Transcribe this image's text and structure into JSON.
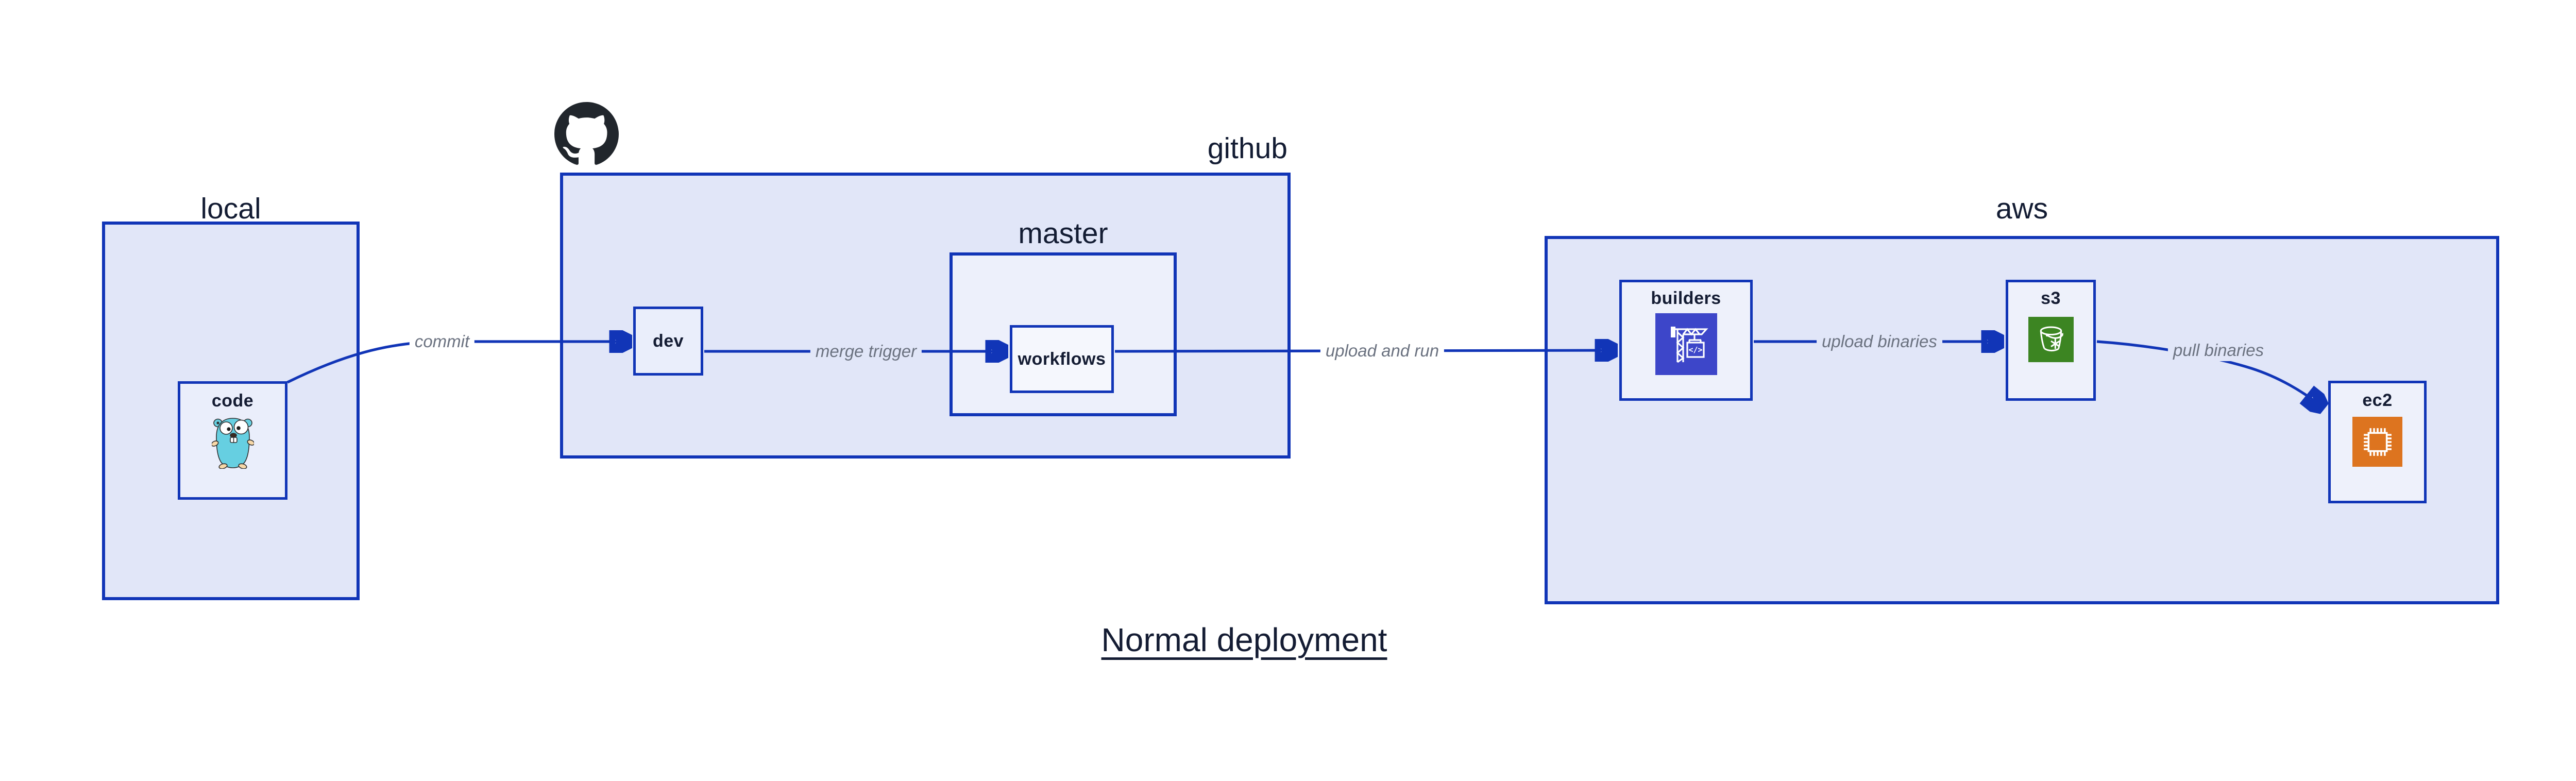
{
  "title": "Normal deployment",
  "groups": {
    "local": {
      "label": "local"
    },
    "github": {
      "label": "github"
    },
    "master": {
      "label": "master"
    },
    "aws": {
      "label": "aws"
    }
  },
  "nodes": {
    "code": {
      "label": "code",
      "icon": "go-gopher-icon"
    },
    "dev": {
      "label": "dev"
    },
    "workflows": {
      "label": "workflows"
    },
    "builders": {
      "label": "builders",
      "icon": "codebuild-crane-icon",
      "icon_glyph": "</>",
      "icon_bg": "#3d46c9"
    },
    "s3": {
      "label": "s3",
      "icon": "s3-glacier-bucket-icon",
      "icon_bg": "#3c8522"
    },
    "ec2": {
      "label": "ec2",
      "icon": "ec2-chip-icon",
      "icon_bg": "#dd741f"
    }
  },
  "edges": [
    {
      "from": "code",
      "to": "dev",
      "label": "commit"
    },
    {
      "from": "dev",
      "to": "workflows",
      "label": "merge trigger"
    },
    {
      "from": "workflows",
      "to": "builders",
      "label": "upload and run"
    },
    {
      "from": "builders",
      "to": "s3",
      "label": "upload binaries"
    },
    {
      "from": "s3",
      "to": "ec2",
      "label": "pull binaries"
    }
  ],
  "colors": {
    "box_border": "#1135b7",
    "connector": "#1135b7",
    "group_fill": "#e1e6f8",
    "inner_node_fill": "#eef1fb",
    "label_text": "#141c33",
    "edge_label_text": "#6b7280",
    "github_logo": "#21262c",
    "gopher_body": "#66cfe1",
    "codebuild_icon_bg": "#3d46c9",
    "s3_icon_bg": "#3c8522",
    "ec2_icon_bg": "#dd741f"
  }
}
